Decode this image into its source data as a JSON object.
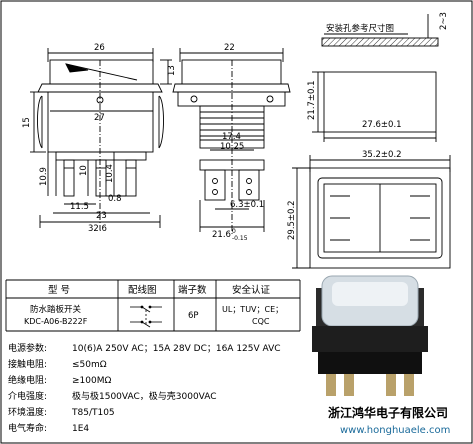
{
  "drawing": {
    "front_view": {
      "dims": {
        "top_width": "26",
        "inner_width": "27",
        "bottom_width": "23",
        "overall_width": "32.6",
        "pitch": "11.5",
        "pin_width": "0.8",
        "height": "15",
        "pin_len": "10.9",
        "pin_h": "10",
        "pin_h2": "10.4",
        "top_right": "13"
      }
    },
    "side_view": {
      "dims": {
        "top_width": "22",
        "width2": "17.4",
        "pitch": "10.25",
        "pin_w": "6.3±0.1",
        "bottom": "21.6",
        "bottom_tol": "-0.15",
        "bottom_tol_top": "0"
      }
    },
    "cutout": {
      "title": "安装孔参考尺寸图",
      "thickness": "2~3",
      "dims": {
        "height": "21.7±0.1",
        "width": "27.6±0.1"
      }
    },
    "bottom_view": {
      "dims": {
        "width": "35.2±0.2",
        "height": "29.5±0.2"
      }
    }
  },
  "table": {
    "headers": [
      "型 号",
      "配线图",
      "端子数",
      "安全认证"
    ],
    "row": {
      "model_line1": "防水踏板开关",
      "model_line2": "KDC-A06-B222F",
      "pins": "6P",
      "cert_line1": "UL；TUV；CE；",
      "cert_line2": "CQC"
    }
  },
  "specs": [
    {
      "label": "电源参数:",
      "value": "10(6)A 250V AC；15A 28V DC；16A 125V AVC"
    },
    {
      "label": "接触电阻:",
      "value": "≤50mΩ"
    },
    {
      "label": "绝缘电阻:",
      "value": "≥100MΩ"
    },
    {
      "label": "介电强度:",
      "value": "极与极1500VAC，极与壳3000VAC"
    },
    {
      "label": "环境温度:",
      "value": "T85/T105"
    },
    {
      "label": "电气寿命:",
      "value": "1E4"
    }
  ],
  "company": {
    "name": "浙江鸿华电子有限公司",
    "url": "www.honghuaele.com"
  }
}
